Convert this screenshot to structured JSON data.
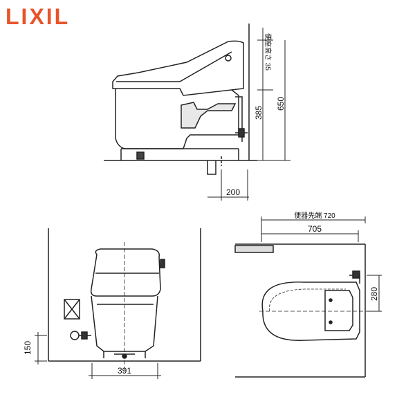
{
  "brand": {
    "logo_text": "LIXIL",
    "color": "#e8532a"
  },
  "side_view": {
    "dims": {
      "seat_height": "便座高さ 35",
      "height_385": "385",
      "height_650": "650",
      "floor_offset_200": "200"
    }
  },
  "front_view": {
    "dims": {
      "height_150": "150",
      "width_391": "391"
    }
  },
  "top_view": {
    "dims": {
      "seat_tip_720": "便器先端 720",
      "depth_705": "705",
      "offset_280": "280"
    }
  },
  "colors": {
    "body": "#ffffff",
    "line": "#222222",
    "dark": "#2c2c2c",
    "accent": "#e8532a"
  }
}
